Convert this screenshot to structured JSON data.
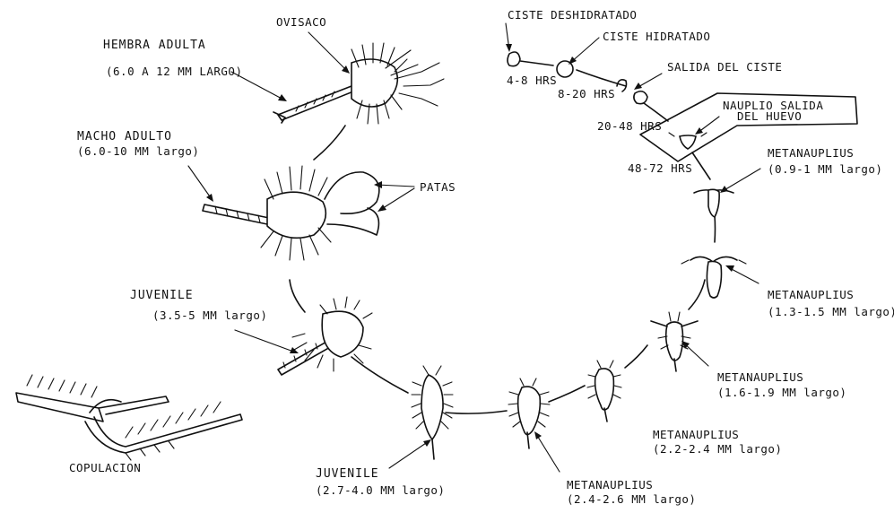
{
  "labels": {
    "hembra_title": "HEMBRA ADULTA",
    "hembra_size": "(6.0 A 12 MM LARGO)",
    "ovisaco": "OVISACO",
    "macho_title": "MACHO ADULTO",
    "macho_size": "(6.0-10 MM largo)",
    "patas": "PATAS",
    "juvenile_upper_title": "JUVENILE",
    "juvenile_upper_size": "(3.5-5 MM largo)",
    "copulacion": "COPULACION",
    "juvenile_lower_title": "JUVENILE",
    "juvenile_lower_size": "(2.7-4.0 MM  largo)",
    "meta_24_title": "METANAUPLIUS",
    "meta_24_size": "(2.4-2.6 MM  largo)",
    "meta_22_title": "METANAUPLIUS",
    "meta_22_size": "(2.2-2.4 MM  largo)",
    "meta_16_title": "METANAUPLIUS",
    "meta_16_size": "(1.6-1.9 MM  largo)",
    "meta_13_title": "METANAUPLIUS",
    "meta_13_size": "(1.3-1.5 MM  largo)",
    "meta_09_title": "METANAUPLIUS",
    "meta_09_size": "(0.9-1 MM  largo)",
    "cist_dehydrated": "CISTE DESHIDRATADO",
    "cist_hydrated": "CISTE HIDRATADO",
    "cist_exit": "SALIDA DEL CISTE",
    "nauplio_line1": "NAUPLIO SALIDA",
    "nauplio_line2": "DEL HUEVO",
    "time_1": "4-8 HRS",
    "time_2": "8-20 HRS",
    "time_3": "20-48 HRS",
    "time_4": "48-72 HRS"
  }
}
